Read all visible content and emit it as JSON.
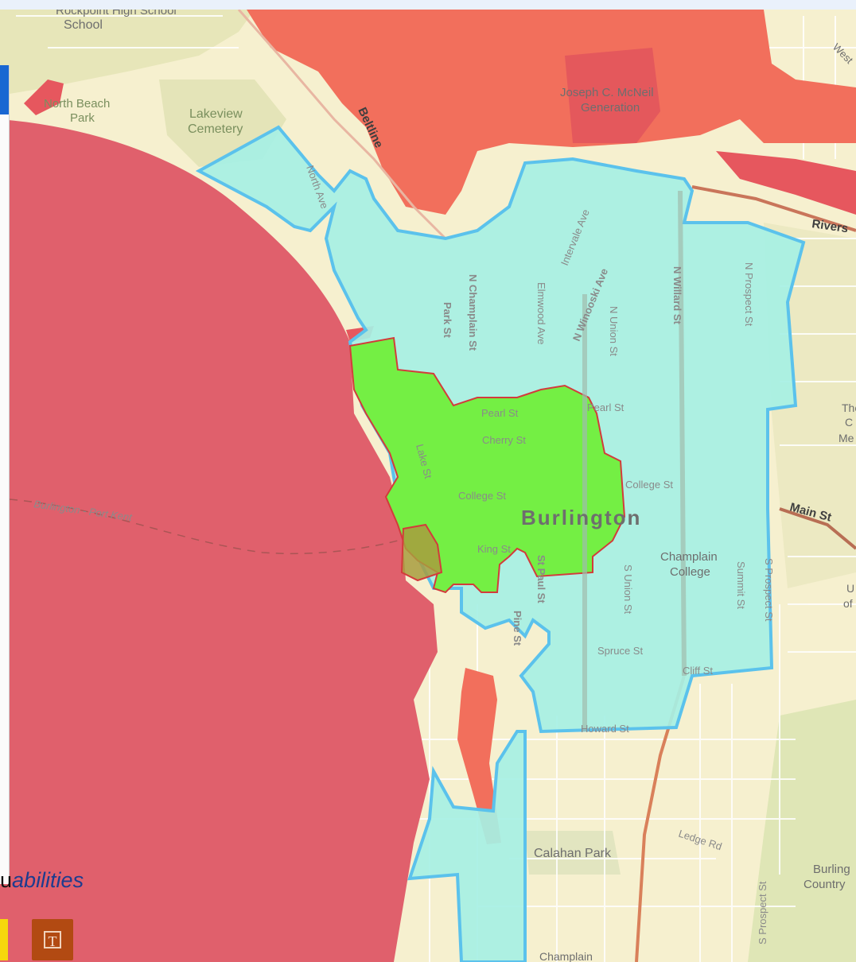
{
  "map": {
    "city_label": "Burlington",
    "places": {
      "school": "School",
      "school_top": "Rockpoint   High School",
      "north_beach": "North Beach",
      "park": "Park",
      "lakeview": "Lakeview",
      "cemetery": "Cemetery",
      "mcneil_1": "Joseph C. McNeil",
      "mcneil_2": "Generation",
      "champlain_1": "Champlain",
      "champlain_2": "College",
      "calahan": "Calahan Park",
      "burling_1": "Burling",
      "burling_2": "Country",
      "champlain_bottom": "Champlain",
      "edge_the": "The",
      "edge_c": "C",
      "edge_me": "Me",
      "edge_u": "U",
      "edge_of": "of",
      "edge_west": "West"
    },
    "streets": {
      "beltline": "Beltline",
      "north_ave": "North Ave",
      "riverside": "Rivers",
      "intervale": "Intervale Ave",
      "n_winooski": "N Winooski Ave",
      "n_willard": "N Willard St",
      "n_prospect": "N Prospect St",
      "n_champlain": "N Champlain St",
      "park_st": "Park St",
      "elmwood": "Elmwood Ave",
      "n_union": "N Union St",
      "pearl_1": "Pearl St",
      "pearl_2": "Pearl St",
      "cherry": "Cherry St",
      "college_1": "College St",
      "college_2": "College St",
      "lake_st": "Lake St",
      "king": "King St",
      "main": "Main St",
      "s_union": "S Union St",
      "summit": "Summit St",
      "s_prospect": "S Prospect St",
      "spruce": "Spruce St",
      "cliff": "Cliff St",
      "howard": "Howard St",
      "pine": "Pine St",
      "st_paul": "St Paul St",
      "ledge": "Ledge Rd",
      "s_prospect_2": "S Prospect St",
      "ferry": "Burlington - Port Kent"
    },
    "colors": {
      "lake": "#e0606c",
      "flood": "#f26f5c",
      "zone": "#a6f0e4",
      "zone_border": "#5bc2ec",
      "downtown": "#74ef44",
      "downtown_border": "#d33b3b",
      "land": "#f6f0cf"
    }
  },
  "panel": {
    "text_fragment": "abilities",
    "text_tool_glyph": "T"
  }
}
